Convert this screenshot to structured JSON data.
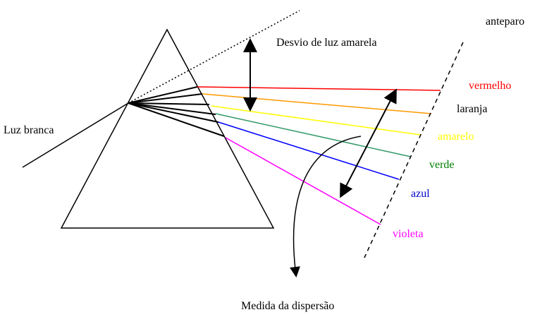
{
  "labels": {
    "screen": "anteparo",
    "deviation": "Desvio de luz amarela",
    "white_light": "Luz branca",
    "dispersion": "Medida da dispersão"
  },
  "colors_list": [
    {
      "name": "vermelho",
      "color": "#ff0000"
    },
    {
      "name": "laranja",
      "color": "#000000"
    },
    {
      "name": "amarelo",
      "color": "#ffff00"
    },
    {
      "name": "verde",
      "color": "#008000"
    },
    {
      "name": "azul",
      "color": "#0000cc"
    },
    {
      "name": "violeta",
      "color": "#ff00ff"
    }
  ],
  "ray_colors": {
    "vermelho": "#ff0000",
    "laranja": "#ff9900",
    "amarelo": "#ffff00",
    "verde": "#339966",
    "azul": "#0000ff",
    "violeta": "#ff00ff"
  }
}
